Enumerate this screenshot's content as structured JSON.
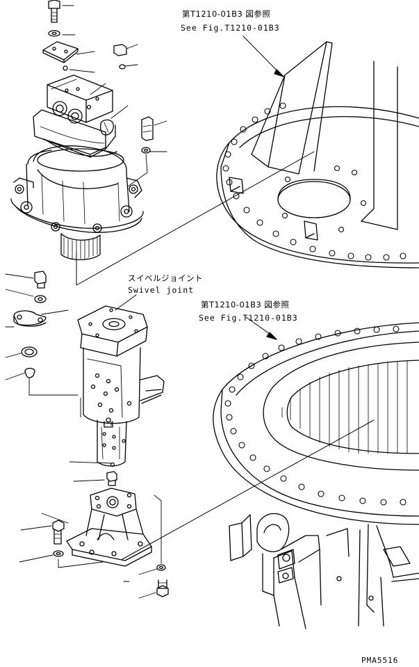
{
  "references": {
    "top": {
      "jp": "第T1210-01B3 図参照",
      "en": "See Fig.T1210-01B3"
    },
    "middle": {
      "jp": "第T1210-01B3 図参照",
      "en": "See Fig.T1210-01B3"
    }
  },
  "swivel_joint": {
    "jp": "スイベルジョイント",
    "en": "Swivel joint"
  },
  "drawing_code": "PMA5516",
  "colors": {
    "line": "#000000",
    "background": "#ffffff"
  }
}
